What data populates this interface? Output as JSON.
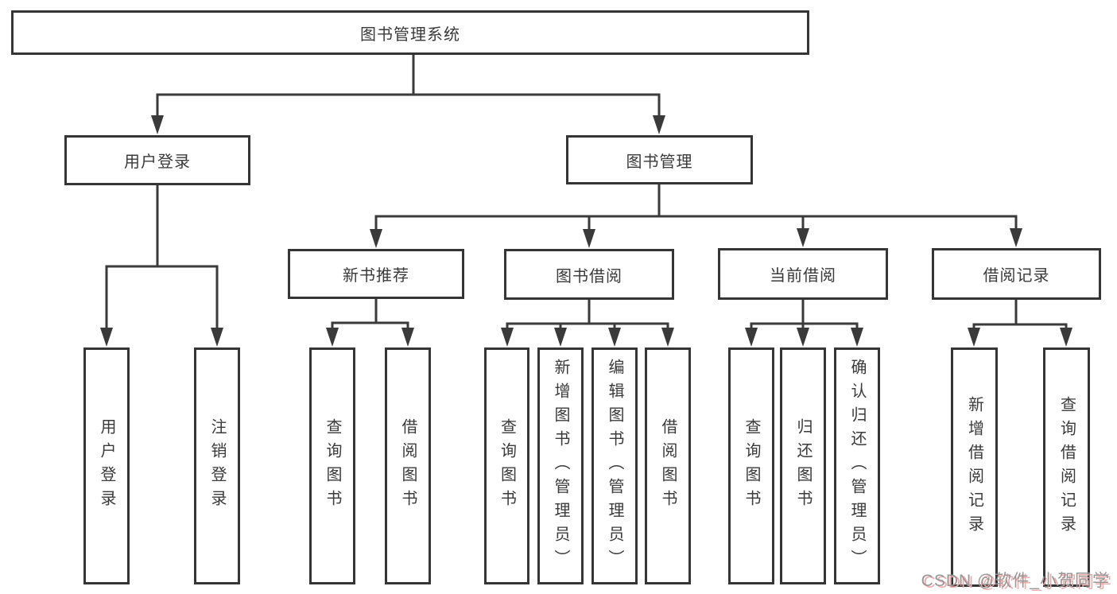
{
  "diagram": {
    "root": {
      "label": "图书管理系统"
    },
    "level2": [
      {
        "label": "用户登录"
      },
      {
        "label": "图书管理"
      }
    ],
    "level3": [
      {
        "label": "新书推荐"
      },
      {
        "label": "图书借阅"
      },
      {
        "label": "当前借阅"
      },
      {
        "label": "借阅记录"
      }
    ],
    "leaves": [
      {
        "label": "用户登录"
      },
      {
        "label": "注销登录"
      },
      {
        "label": "查询图书"
      },
      {
        "label": "借阅图书"
      },
      {
        "label": "查询图书"
      },
      {
        "label": "新增图书（管理员）"
      },
      {
        "label": "编辑图书（管理员）"
      },
      {
        "label": "借阅图书"
      },
      {
        "label": "查询图书"
      },
      {
        "label": "归还图书"
      },
      {
        "label": "确认归还（管理员）"
      },
      {
        "label": "新增借阅记录"
      },
      {
        "label": "查询借阅记录"
      }
    ]
  },
  "watermark": {
    "text": "CSDN @软件_小贺同学"
  },
  "theme": {
    "line_color": "#3a3a3a",
    "box_border": "#353535",
    "text_color": "#3a3a3a",
    "background": "#ffffff",
    "watermark_color": "#969696",
    "watermark_shadow": "#f0aaaa"
  }
}
